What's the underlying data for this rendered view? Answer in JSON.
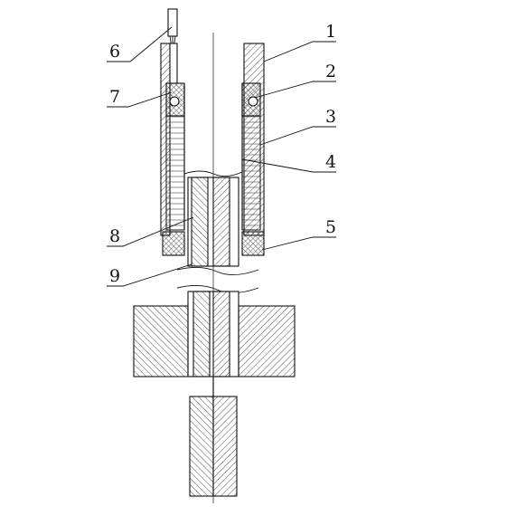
{
  "diagram": {
    "labels": [
      {
        "id": "label-1",
        "text": "1"
      },
      {
        "id": "label-2",
        "text": "2"
      },
      {
        "id": "label-3",
        "text": "3"
      },
      {
        "id": "label-4",
        "text": "4"
      },
      {
        "id": "label-5",
        "text": "5"
      },
      {
        "id": "label-6",
        "text": "6"
      },
      {
        "id": "label-7",
        "text": "7"
      },
      {
        "id": "label-8",
        "text": "8"
      },
      {
        "id": "label-9",
        "text": "9"
      }
    ]
  }
}
